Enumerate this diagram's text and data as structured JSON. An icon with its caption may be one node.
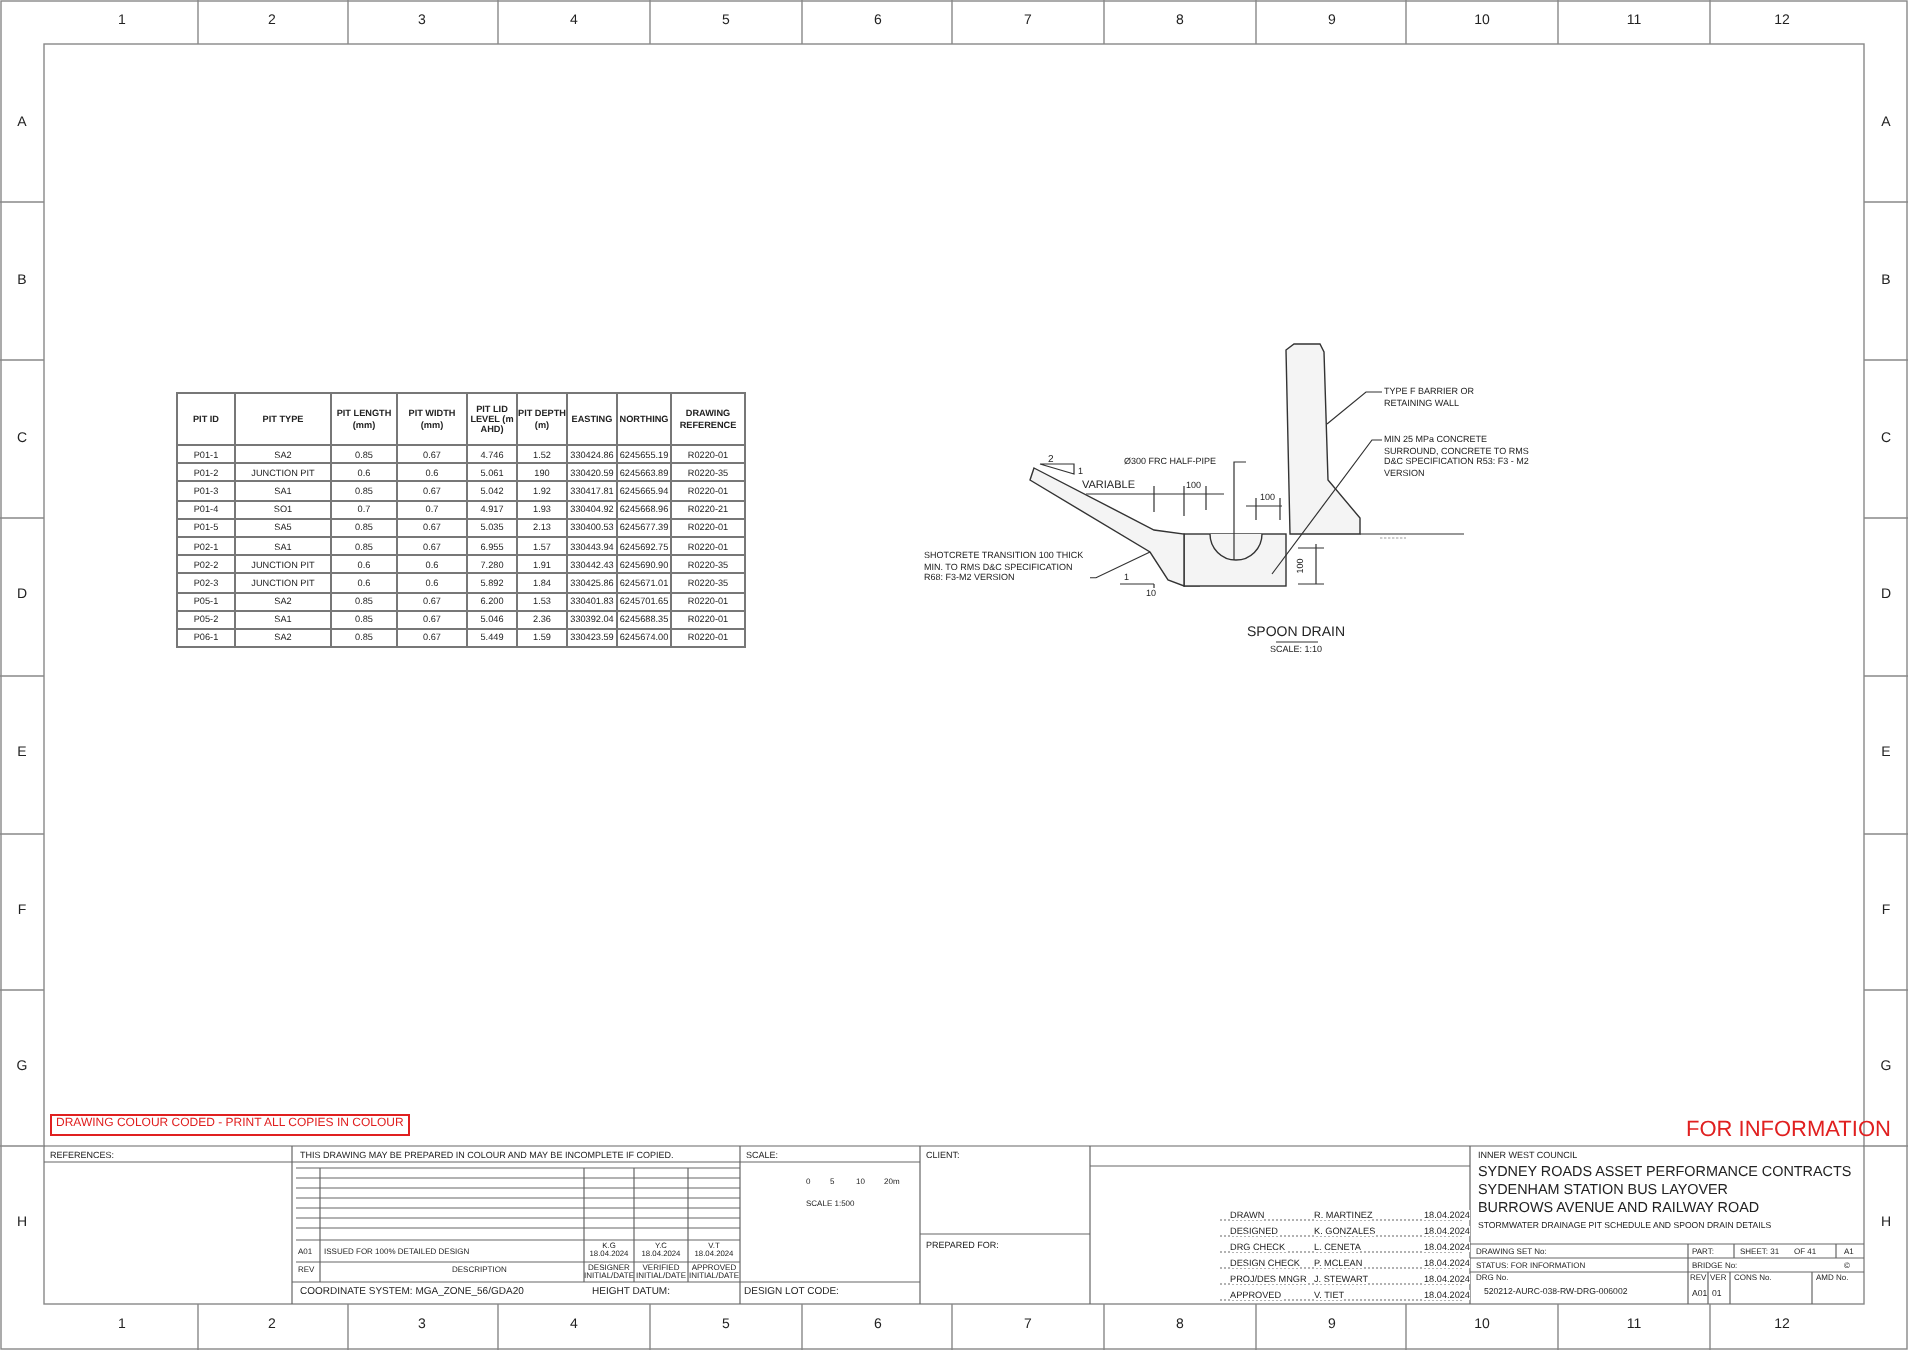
{
  "diagram": {
    "nodes": [
      {
        "text": [
          "TYPE F BARRIER OR RETAINING WALL"
        ]
      },
      {
        "text": [
          "MIN 25 MPa CONCRETE SURROUND, CONCRETE TO RMS D&C SPECIFICATION R53: F3 - M2 VERSION"
        ]
      },
      {
        "text": [
          "Ø300 FRC HALF-PIPE"
        ]
      },
      {
        "text": [
          "SHOTCRETE TRANSITION 100 THICK MIN. TO RMS D&C SPECIFICATION R68: F3-M2 VERSION"
        ]
      },
      {
        "text": [],
        "shape": "picture"
      },
      {
        "text": [],
        "shape": "box"
      },
      {
        "text": [],
        "shape": "picture",
        "in": 5
      },
      {
        "text": [],
        "shape": "picture"
      }
    ],
    "edges": [
      {
        "from": 0,
        "to": 4,
        "arrow": "none"
      },
      {
        "from": 1,
        "to": 5,
        "arrow": "none"
      },
      {
        "from": 2,
        "to": 6,
        "arrow": "none"
      },
      {
        "from": 3,
        "to": 7,
        "arrow": "none"
      }
    ],
    "labels": [
      "1",
      "2",
      "3",
      "4",
      "5",
      "6",
      "7",
      "8",
      "9",
      "10",
      "11",
      "12",
      "A",
      "A",
      "B",
      "B",
      "C",
      "C",
      "D",
      "D",
      "E",
      "E",
      "F",
      "F",
      "G",
      "G",
      "H",
      "H",
      "PIT ID",
      "PIT TYPE",
      "PIT LENGTH (mm)",
      "PIT WIDTH (mm)",
      "PIT LID LEVEL (m AHD)",
      "PIT DEPTH (m)",
      "EASTING",
      "NORTHING",
      "DRAWING REFERENCE",
      "P01-1",
      "SA2",
      "0.85",
      "0.67",
      "4.746",
      "1.52",
      "330424.86",
      "6245655.19",
      "R0220-01",
      "P01-2",
      "JUNCTION PIT",
      "0.6",
      "0.6",
      "5.061",
      "190",
      "330420.59",
      "6245663.89",
      "R0220-35",
      "P01-3",
      "SA1",
      "0.85",
      "0.67",
      "5.042",
      "1.92",
      "330417.81",
      "6245665.94",
      "R0220-01",
      "P01-4",
      "SO1",
      "0.7",
      "0.7",
      "4.917",
      "1.93",
      "330404.92",
      "6245668.96",
      "R0220-21",
      "P01-5",
      "SA5",
      "0.85",
      "0.67",
      "5.035",
      "2.13",
      "330400.53",
      "6245677.39",
      "R0220-01",
      "P02-1",
      "SA1",
      "0.85",
      "0.67",
      "6.955",
      "1.57",
      "330443.94",
      "6245692.75",
      "R0220-01",
      "P02-2",
      "JUNCTION PIT",
      "0.6",
      "0.6",
      "7.280",
      "1.91",
      "330442.43",
      "6245690.90",
      "R0220-35",
      "P02-3",
      "JUNCTION PIT",
      "0.6",
      "0.6",
      "5.892",
      "1.84",
      "330425.86",
      "6245671.01",
      "R0220-35",
      "P05-1",
      "SA2",
      "0.85",
      "0.67",
      "6.200",
      "1.53",
      "330401.83",
      "6245701.65",
      "R0220-01",
      "P05-2",
      "SA1",
      "0.85",
      "0.67",
      "5.046",
      "2.36",
      "330392.04",
      "6245688.35",
      "R0220-01",
      "P06-1",
      "SA2",
      "0.85",
      "0.67",
      "5.449",
      "1.59",
      "330423.59",
      "6245674.00",
      "R0220-01",
      "2",
      "1",
      "VARIABLE",
      "100",
      "100",
      "100",
      "1",
      "10",
      "SPOON DRAIN",
      "SCALE: 1:10",
      "DRAWING COLOUR CODED - PRINT ALL COPIES IN COLOUR",
      "FOR INFORMATION",
      "REFERENCES:",
      "THIS DRAWING MAY BE PREPARED IN COLOUR AND MAY BE INCOMPLETE IF COPIED.",
      "SCALE:",
      "CLIENT:",
      "INNER WEST COUNCIL",
      "SYDNEY ROADS ASSET PERFORMANCE CONTRACTS",
      "SYDENHAM STATION BUS LAYOVER",
      "BURROWS AVENUE AND RAILWAY ROAD",
      "STORMWATER DRAINAGE PIT SCHEDULE AND SPOON DRAIN DETAILS",
      "0",
      "5",
      "10",
      "20m",
      "SCALE 1:500",
      "A01",
      "ISSUED FOR 100% DETAILED DESIGN",
      "K.G 18.04.2024",
      "Y.C 18.04.2024",
      "V.T 18.04.2024",
      "REV",
      "DESCRIPTION",
      "DESIGNER INITIAL/DATE",
      "VERIFIED INITIAL/DATE",
      "APPROVED INITIAL/DATE",
      "PREPARED FOR:",
      "DRAWN",
      "R. MARTINEZ",
      "18.04.2024",
      "DESIGNED",
      "K. GONZALES",
      "18.04.2024",
      "DRG CHECK",
      "L. CENETA",
      "18.04.2024",
      "DESIGN CHECK",
      "P. MCLEAN",
      "18.04.2024",
      "PROJ/DES MNGR",
      "J. STEWART",
      "18.04.2024",
      "APPROVED",
      "V. TIET",
      "18.04.2024",
      "DRAWING SET No:",
      "PART:",
      "SHEET: 31",
      "OF 41",
      "A1",
      "STATUS: FOR INFORMATION",
      "BRIDGE No:",
      "©",
      "DRG No.",
      "REV",
      "VER",
      "CONS No.",
      "AMD No.",
      "520212-AURC-038-RW-DRG-006002",
      "A01",
      "01",
      "COORDINATE SYSTEM: MGA_ZONE_56/GDA20",
      "HEIGHT DATUM:",
      "DESIGN LOT CODE:",
      "1",
      "2",
      "3",
      "4",
      "5",
      "6",
      "7",
      "8",
      "9",
      "10",
      "11",
      "12"
    ]
  }
}
